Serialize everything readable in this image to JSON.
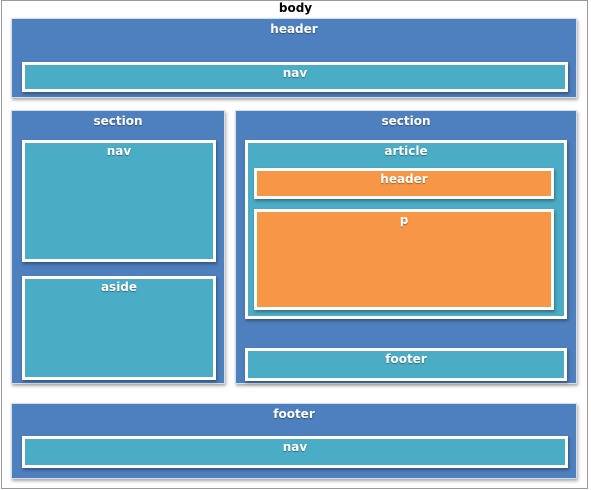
{
  "body_label": "body",
  "page_header": {
    "label": "header",
    "nav_label": "nav"
  },
  "left_section": {
    "label": "section",
    "nav_label": "nav",
    "aside_label": "aside"
  },
  "right_section": {
    "label": "section",
    "article": {
      "label": "article",
      "header_label": "header",
      "p_label": "p"
    },
    "footer_label": "footer"
  },
  "page_footer": {
    "label": "footer",
    "nav_label": "nav"
  },
  "colors": {
    "blue": "#4e7fbe",
    "teal": "#4bacc6",
    "orange": "#f79646"
  }
}
